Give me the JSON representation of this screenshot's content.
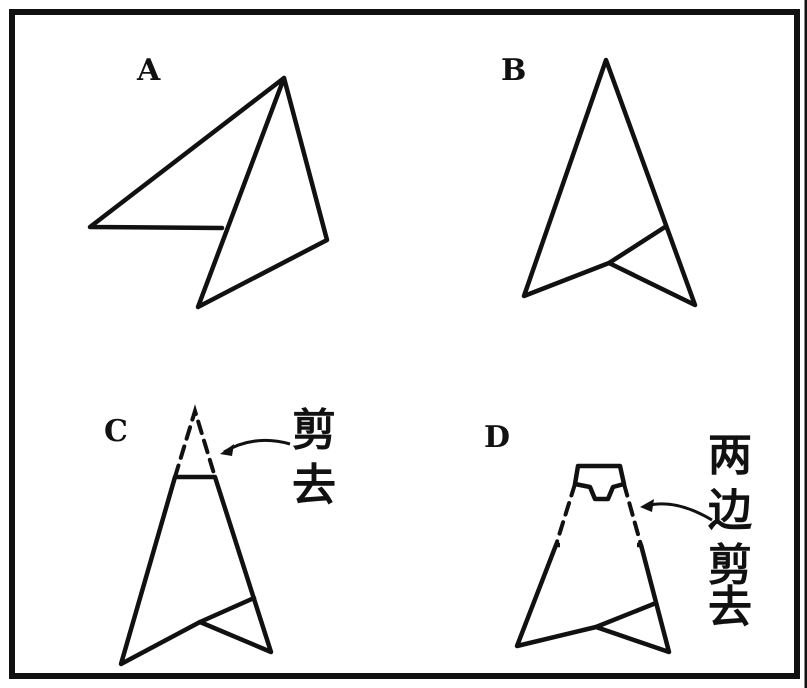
{
  "panels": {
    "a": {
      "label": "A"
    },
    "b": {
      "label": "B"
    },
    "c": {
      "label": "C",
      "note": [
        "剪",
        "去"
      ]
    },
    "d": {
      "label": "D",
      "note": [
        "两",
        "边",
        "剪",
        "去"
      ]
    }
  }
}
